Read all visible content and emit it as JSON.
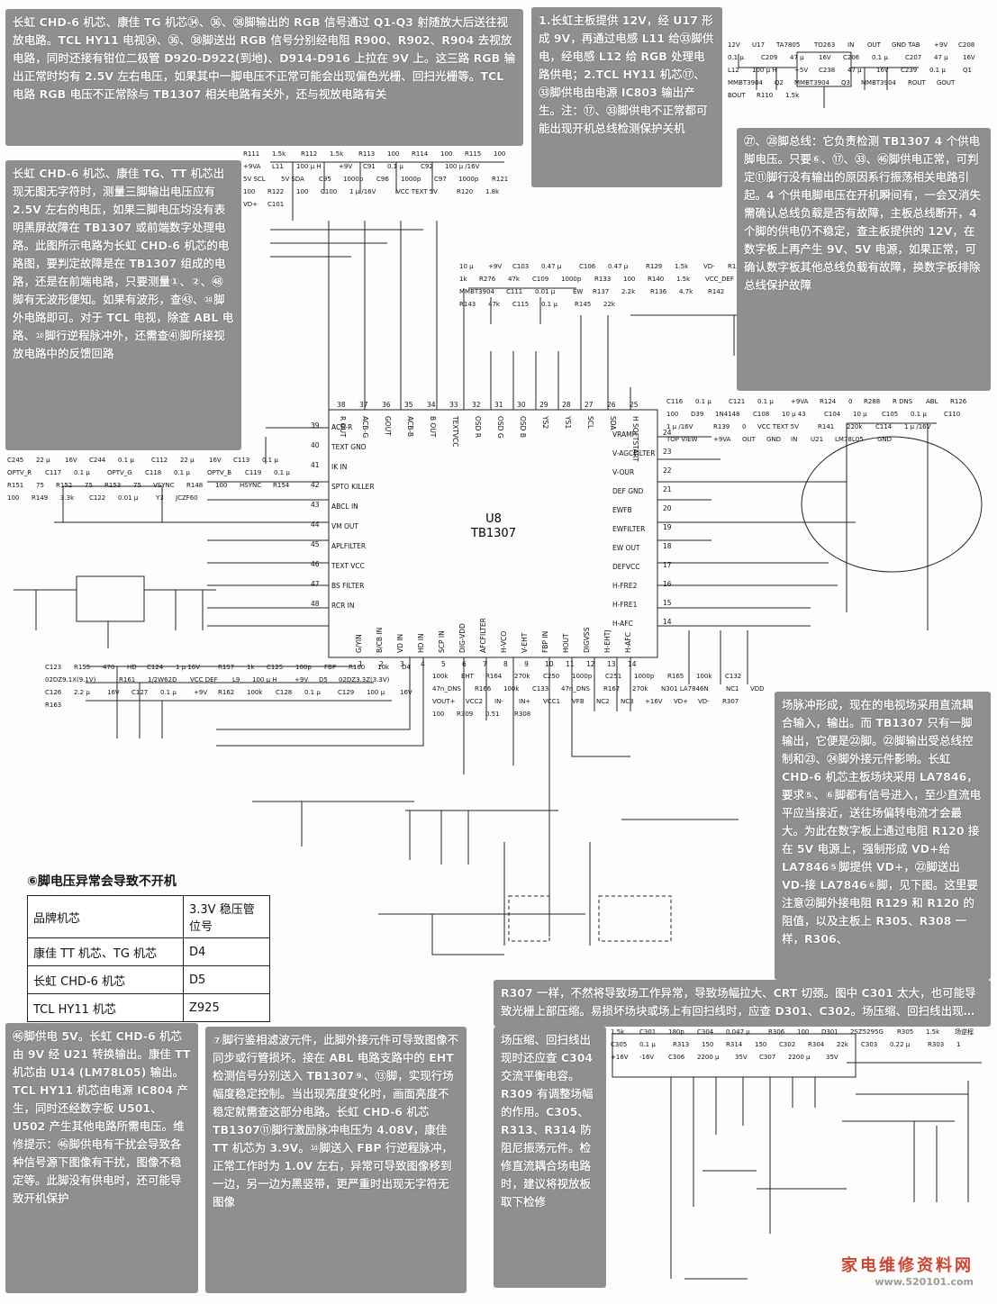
{
  "notes": {
    "top_left": "长虹 CHD-6 机芯、康佳 TG 机芯㉞、㊱、㊳脚输出的 RGB 信号通过 Q1-Q3 射随放大后送往视放电路。TCL HY11 电视㉞、㊱、㊳脚送出 RGB 信号分别经电阻 R900、R902、R904 去视放电路，同时还接有钳位二极管 D920-D922(到地)、D914-D916 上拉在 9V 上。这三路 RGB 输出正常时均有 2.5V 左右电压，如果其中一脚电压不正常可能会出现偏色光栅、回扫光栅等。TCL 电路 RGB 电压不正常除与 TB1307 相关电路有关外，还与视放电路有关",
    "top_center": "1.长虹主板提供 12V，经 U17 形成 9V，再通过电感 L11 给㉝脚供电，经电感 L12 给 RGB 处理电路供电；2.TCL HY11 机芯⑰、㉝脚供电由电源 IC803 输出产生。注：⑰、㉝脚供电不正常都可能出现开机总线检测保护关机",
    "left_middle": "长虹 CHD-6 机芯、康佳 TG、TT 机芯出现无图无字符时，测量三脚输出电压应有 2.5V 左右的电压，如果三脚电压均没有表明黑屏故障在 TB1307 或前端数字处理电路。此图所示电路为长虹 CHD-6 机芯的电路图，要判定故障是在 TB1307 组成的电路，还是在前端电路，只要测量①、②、㊽脚有无波形便知。如果有波形，查㊸、⑩脚外电路即可。对于 TCL 电视，除查 ABL 电路、⑩脚行逆程脉冲外，还需查㊶脚所接视放电路中的反馈回路",
    "right_top": "㉗、㉘脚总线：它负责检测 TB1307 4 个供电脚电压。只要⑥、⑰、㉝、㊻脚供电正常，可判定⑪脚行没有输出的原因系行振荡相关电路引起。4 个供电脚电压在开机瞬间有，一会又消失需确认总线负载是否有故障，主板总线断开，4 个脚的供电仍不稳定，查主板提供的 12V，在数字板上再产生 9V、5V 电源，如果正常，可确认数字板其他总线负载有故障，换数字板排除总线保护故障",
    "right_middle": "场脉冲形成，现在的电视场采用直流耦合输入，输出。而 TB1307 只有一脚输出，它便是㉒脚。㉒脚输出受总线控制和㉓、㉔脚外接元件影响。长虹 CHD-6 机芯主板场块采用 LA7846，要求⑤、⑥脚都有信号进入，至少直流电平应当接近，送往场偏转电流才会最大。为此在数字板上通过电阻 R120 接在 5V 电源上，强制形成 VD+给 LA7846⑤脚提供 VD+，㉒脚送出 VD-接 LA7846⑥脚，见下图。这里要注意㉒脚外接电阻 R129 和 R120 的阻值，以及主板上 R305、R308 一样，R306、",
    "right_lower": "R307 一样，不然将导致场工作异常，导致场幅拉大、CRT 切颈。图中 C301 太大，也可能导致光栅上部压缩。易损坏场块或场上有回扫线时，应查 D301、C302。场压缩、回扫线出现时还应查 C304 交流平衡电容。R309 有调整场幅的作用。C305、R313、R314 防阻尼振荡元件。检修直流耦合场电路时，建议将视放板取下检修",
    "bottom_left": "㊻脚供电 5V。长虹 CHD-6 机芯由 9V 经 U21 转换输出。康佳 TT 机芯由 U14 (LM78L05) 输出。TCL HY11 机芯由电源 IC804 产生，同时还经数字板 U501、U502 产生其他电路所需电压。维修提示：㊻脚供电有干扰会导致各种信号源下图像有干扰，图像不稳定等。此脚没有供电时，还可能导致开机保护",
    "bottom_center": "⑦脚行鉴相滤波元件，此脚外接元件可导致图像不同步或行管损坏。接在 ABL 电路支路中的 EHT 检测信号分别送入 TB1307⑨、⑬脚，实现行场幅度稳定控制。当出现亮度变化时，画面亮度不稳定就需查这部分电路。长虹 CHD-6 机芯 TB1307⑪脚行激励脉冲电压为 4.08V，康佳 TT 机芯为 3.9V。⑩脚送入 FBP 行逆程脉冲，正常工作时为 1.0V 左右，异常可导致图像移到一边，另一边为黑竖带，更严重时出现无字符无图像"
  },
  "table": {
    "caption": "⑥脚电压异常会导致不开机",
    "headers": [
      "品牌机芯",
      "3.3V 稳压管位号"
    ],
    "rows": [
      [
        "康佳 TT 机芯、TG 机芯",
        "D4"
      ],
      [
        "长虹 CHD-6 机芯",
        "D5"
      ],
      [
        "TCL HY11 机芯",
        "Z925"
      ]
    ]
  },
  "schematic": {
    "ic_name": "U8",
    "ic_part": "TB1307",
    "pins_top": [
      {
        "n": "38",
        "l": "R OUT"
      },
      {
        "n": "37",
        "l": "ACB-G"
      },
      {
        "n": "36",
        "l": "GOUT"
      },
      {
        "n": "35",
        "l": "ACB-B"
      },
      {
        "n": "34",
        "l": "B OUT"
      },
      {
        "n": "33",
        "l": "TEXTVCC"
      },
      {
        "n": "32",
        "l": "OSD R"
      },
      {
        "n": "31",
        "l": "OSD G"
      },
      {
        "n": "30",
        "l": "OSD B"
      },
      {
        "n": "29",
        "l": "YS2"
      },
      {
        "n": "28",
        "l": "YS1"
      },
      {
        "n": "27",
        "l": "SCL"
      },
      {
        "n": "26",
        "l": "SDA"
      },
      {
        "n": "25",
        "l": "H SOFTSTART"
      }
    ],
    "pins_left": [
      {
        "n": "39",
        "l": "ACB-R"
      },
      {
        "n": "40",
        "l": "TEXT GND"
      },
      {
        "n": "41",
        "l": "IK IN"
      },
      {
        "n": "42",
        "l": "SPTO KILLER"
      },
      {
        "n": "43",
        "l": "ABCL IN"
      },
      {
        "n": "44",
        "l": "VM OUT"
      },
      {
        "n": "45",
        "l": "APLFILTER"
      },
      {
        "n": "46",
        "l": "TEXT VCC"
      },
      {
        "n": "47",
        "l": "BS FILTER"
      },
      {
        "n": "48",
        "l": "RCR IN"
      }
    ],
    "pins_right": [
      {
        "n": "24",
        "l": "VRAMP"
      },
      {
        "n": "23",
        "l": "V-AGCFILTER"
      },
      {
        "n": "22",
        "l": "V-OUR"
      },
      {
        "n": "21",
        "l": "DEF GND"
      },
      {
        "n": "20",
        "l": "EWFB"
      },
      {
        "n": "19",
        "l": "EWFILTER"
      },
      {
        "n": "18",
        "l": "EW OUT"
      },
      {
        "n": "17",
        "l": "DEFVCC"
      },
      {
        "n": "16",
        "l": "H-FRE2"
      },
      {
        "n": "15",
        "l": "H-FRE1"
      },
      {
        "n": "14",
        "l": "H-AFC"
      }
    ],
    "pins_bottom": [
      {
        "n": "1",
        "l": "G/YIN"
      },
      {
        "n": "2",
        "l": "B/CB IN"
      },
      {
        "n": "3",
        "l": "VD IN"
      },
      {
        "n": "4",
        "l": "HD IN"
      },
      {
        "n": "5",
        "l": "SCP IN"
      },
      {
        "n": "6",
        "l": "DIG-VDD"
      },
      {
        "n": "7",
        "l": "AFCFILTER"
      },
      {
        "n": "8",
        "l": "H-VCO"
      },
      {
        "n": "9",
        "l": "V-EHT"
      },
      {
        "n": "10",
        "l": "FBP IN"
      },
      {
        "n": "11",
        "l": "HOUT"
      },
      {
        "n": "12",
        "l": "DIGVSS"
      },
      {
        "n": "13",
        "l": "H-EHTJ"
      },
      {
        "n": "14",
        "l": "H-AFC"
      }
    ],
    "labels": [
      {
        "t": "12V"
      },
      {
        "t": "U17"
      },
      {
        "t": "TA7805"
      },
      {
        "t": "TO263"
      },
      {
        "t": "IN"
      },
      {
        "t": "OUT"
      },
      {
        "t": "GND TAB"
      },
      {
        "t": "+9V"
      },
      {
        "t": "C208"
      },
      {
        "t": "0.1 μ"
      },
      {
        "t": "C209"
      },
      {
        "t": "47 μ"
      },
      {
        "t": "16V"
      },
      {
        "t": "C206"
      },
      {
        "t": "0.1 μ"
      },
      {
        "t": "C207"
      },
      {
        "t": "47 μ"
      },
      {
        "t": "16V"
      },
      {
        "t": "L12"
      },
      {
        "t": "100 μ H"
      },
      {
        "t": "+5V"
      },
      {
        "t": "C238"
      },
      {
        "t": "47 μ"
      },
      {
        "t": "16V"
      },
      {
        "t": "C239"
      },
      {
        "t": "0.1 μ"
      },
      {
        "t": "Q1"
      },
      {
        "t": "MMBT3904"
      },
      {
        "t": "Q2"
      },
      {
        "t": "MMBT3904"
      },
      {
        "t": "Q3"
      },
      {
        "t": "MMBT3904"
      },
      {
        "t": "ROUT"
      },
      {
        "t": "GOUT"
      },
      {
        "t": "BOUT"
      },
      {
        "t": "R110"
      },
      {
        "t": "1.5k"
      },
      {
        "t": "R111"
      },
      {
        "t": "1.5k"
      },
      {
        "t": "R112"
      },
      {
        "t": "1.5k"
      },
      {
        "t": "R113"
      },
      {
        "t": "100"
      },
      {
        "t": "R114"
      },
      {
        "t": "100"
      },
      {
        "t": "R115"
      },
      {
        "t": "100"
      },
      {
        "t": "+9VA"
      },
      {
        "t": "L11"
      },
      {
        "t": "100 μ H"
      },
      {
        "t": "+9V"
      },
      {
        "t": "C91"
      },
      {
        "t": "0.1 μ"
      },
      {
        "t": "C92"
      },
      {
        "t": "100 μ /16V"
      },
      {
        "t": "5V SCL"
      },
      {
        "t": "5V SDA"
      },
      {
        "t": "C95"
      },
      {
        "t": "1000p"
      },
      {
        "t": "C96"
      },
      {
        "t": "1000p"
      },
      {
        "t": "C97"
      },
      {
        "t": "1000p"
      },
      {
        "t": "R121"
      },
      {
        "t": "100"
      },
      {
        "t": "R122"
      },
      {
        "t": "100"
      },
      {
        "t": "C100"
      },
      {
        "t": "1 μ /16V"
      },
      {
        "t": "VCC TEXT 5V"
      },
      {
        "t": "R120"
      },
      {
        "t": "1.8k"
      },
      {
        "t": "VD+"
      },
      {
        "t": "C101"
      },
      {
        "t": "10 μ"
      },
      {
        "t": "+9V"
      },
      {
        "t": "C103"
      },
      {
        "t": "0.47 μ"
      },
      {
        "t": "C106"
      },
      {
        "t": "0.47 μ"
      },
      {
        "t": "R129"
      },
      {
        "t": "1.5k"
      },
      {
        "t": "VD-"
      },
      {
        "t": "R131"
      },
      {
        "t": "1k"
      },
      {
        "t": "R276"
      },
      {
        "t": "47k"
      },
      {
        "t": "C109"
      },
      {
        "t": "1000p"
      },
      {
        "t": "R133"
      },
      {
        "t": "100"
      },
      {
        "t": "R140"
      },
      {
        "t": "1.5k"
      },
      {
        "t": "VCC_DEF"
      },
      {
        "t": "Q7"
      },
      {
        "t": "MMBT3904"
      },
      {
        "t": "C111"
      },
      {
        "t": "0.01 μ"
      },
      {
        "t": "EW"
      },
      {
        "t": "R137"
      },
      {
        "t": "2.2k"
      },
      {
        "t": "R136"
      },
      {
        "t": "4.7k"
      },
      {
        "t": "R142"
      },
      {
        "t": "22k"
      },
      {
        "t": "R143"
      },
      {
        "t": "47k"
      },
      {
        "t": "C115"
      },
      {
        "t": "0.1 μ"
      },
      {
        "t": "R145"
      },
      {
        "t": "22k"
      },
      {
        "t": "C116"
      },
      {
        "t": "0.1 μ"
      },
      {
        "t": "C121"
      },
      {
        "t": "0.1 μ"
      },
      {
        "t": "+9VA"
      },
      {
        "t": "R124"
      },
      {
        "t": "0"
      },
      {
        "t": "R288"
      },
      {
        "t": "R DNS"
      },
      {
        "t": "ABL"
      },
      {
        "t": "R126"
      },
      {
        "t": "100"
      },
      {
        "t": "D39"
      },
      {
        "t": "1N4148"
      },
      {
        "t": "C108"
      },
      {
        "t": "10 μ 43"
      },
      {
        "t": "C104"
      },
      {
        "t": "10 μ"
      },
      {
        "t": "C105"
      },
      {
        "t": "0.1 μ"
      },
      {
        "t": "C110"
      },
      {
        "t": "1 μ /16V"
      },
      {
        "t": "R139"
      },
      {
        "t": "0"
      },
      {
        "t": "VCC TEXT 5V"
      },
      {
        "t": "R141"
      },
      {
        "t": "220k"
      },
      {
        "t": "C114"
      },
      {
        "t": "1 μ /16V"
      },
      {
        "t": "TOP VIEW"
      },
      {
        "t": "+9VA"
      },
      {
        "t": "OUT"
      },
      {
        "t": "GND"
      },
      {
        "t": "IN"
      },
      {
        "t": "U21"
      },
      {
        "t": "LM78L05"
      },
      {
        "t": "GND"
      },
      {
        "t": "C245"
      },
      {
        "t": "22 μ"
      },
      {
        "t": "16V"
      },
      {
        "t": "C244"
      },
      {
        "t": "0.1 μ"
      },
      {
        "t": "C112"
      },
      {
        "t": "22 μ"
      },
      {
        "t": "16V"
      },
      {
        "t": "C113"
      },
      {
        "t": "0.1 μ"
      },
      {
        "t": "OPTV_R"
      },
      {
        "t": "C117"
      },
      {
        "t": "0.1 μ"
      },
      {
        "t": "OPTV_G"
      },
      {
        "t": "C118"
      },
      {
        "t": "0.1 μ"
      },
      {
        "t": "OPTV_B"
      },
      {
        "t": "C119"
      },
      {
        "t": "0.1 μ"
      },
      {
        "t": "R151"
      },
      {
        "t": "75"
      },
      {
        "t": "R152"
      },
      {
        "t": "75"
      },
      {
        "t": "R153"
      },
      {
        "t": "75"
      },
      {
        "t": "VSYNC"
      },
      {
        "t": "R148"
      },
      {
        "t": "100"
      },
      {
        "t": "HSYNC"
      },
      {
        "t": "R154"
      },
      {
        "t": "100"
      },
      {
        "t": "R149"
      },
      {
        "t": "3.3k"
      },
      {
        "t": "C122"
      },
      {
        "t": "0.01 μ"
      },
      {
        "t": "Y3"
      },
      {
        "t": "JCZF60"
      },
      {
        "t": "C123"
      },
      {
        "t": "R155"
      },
      {
        "t": "470"
      },
      {
        "t": "HD"
      },
      {
        "t": "C124"
      },
      {
        "t": "1 μ 16V"
      },
      {
        "t": "R157"
      },
      {
        "t": "1k"
      },
      {
        "t": "C125"
      },
      {
        "t": "100p"
      },
      {
        "t": "FBP"
      },
      {
        "t": "R160"
      },
      {
        "t": "10k"
      },
      {
        "t": "D4"
      },
      {
        "t": "02DZ9.1X(9.1V)"
      },
      {
        "t": "R161"
      },
      {
        "t": "1/2W62D"
      },
      {
        "t": "VCC DEF"
      },
      {
        "t": "L9"
      },
      {
        "t": "100 μ H"
      },
      {
        "t": "+9V"
      },
      {
        "t": "D5"
      },
      {
        "t": "02DZ3.3Z(3.3V)"
      },
      {
        "t": "C126"
      },
      {
        "t": "2.2 μ"
      },
      {
        "t": "16V"
      },
      {
        "t": "C127"
      },
      {
        "t": "0.1 μ"
      },
      {
        "t": "+9V"
      },
      {
        "t": "R162"
      },
      {
        "t": "100k"
      },
      {
        "t": "C128"
      },
      {
        "t": "0.1 μ"
      },
      {
        "t": "C129"
      },
      {
        "t": "100 μ"
      },
      {
        "t": "16V"
      },
      {
        "t": "R163"
      },
      {
        "t": "100k"
      },
      {
        "t": "EHT"
      },
      {
        "t": "R164"
      },
      {
        "t": "270k"
      },
      {
        "t": "C250"
      },
      {
        "t": "1000p"
      },
      {
        "t": "C251"
      },
      {
        "t": "1000p"
      },
      {
        "t": "R165"
      },
      {
        "t": "100k"
      },
      {
        "t": "C132"
      },
      {
        "t": "47n_DNS"
      },
      {
        "t": "R166"
      },
      {
        "t": "100k"
      },
      {
        "t": "C133"
      },
      {
        "t": "47n_DNS"
      },
      {
        "t": "R167"
      },
      {
        "t": "270k"
      },
      {
        "t": "N301 LA7846N"
      },
      {
        "t": "NC1"
      },
      {
        "t": "VDD"
      },
      {
        "t": "VOUT+"
      },
      {
        "t": "VCC2"
      },
      {
        "t": "IN-"
      },
      {
        "t": "IN+"
      },
      {
        "t": "VCC1"
      },
      {
        "t": "VFB"
      },
      {
        "t": "NC2"
      },
      {
        "t": "NC3"
      },
      {
        "t": "+16V"
      },
      {
        "t": "VD+"
      },
      {
        "t": "VD-"
      },
      {
        "t": "R307"
      },
      {
        "t": "100"
      },
      {
        "t": "R309"
      },
      {
        "t": "0.51"
      },
      {
        "t": "R308"
      },
      {
        "t": "1.5k"
      },
      {
        "t": "C301"
      },
      {
        "t": "180p"
      },
      {
        "t": "C304"
      },
      {
        "t": "0.047 μ"
      },
      {
        "t": "R306"
      },
      {
        "t": "100"
      },
      {
        "t": "D301"
      },
      {
        "t": "2SZ5295G"
      },
      {
        "t": "R305"
      },
      {
        "t": "1.5k"
      },
      {
        "t": "场逆程"
      },
      {
        "t": "C305"
      },
      {
        "t": "0.1 μ"
      },
      {
        "t": "R313"
      },
      {
        "t": "150"
      },
      {
        "t": "R314"
      },
      {
        "t": "150"
      },
      {
        "t": "C302"
      },
      {
        "t": "R304"
      },
      {
        "t": "22k"
      },
      {
        "t": "C303"
      },
      {
        "t": "0.22 μ"
      },
      {
        "t": "R303"
      },
      {
        "t": "1"
      },
      {
        "t": "+16V"
      },
      {
        "t": "-16V"
      },
      {
        "t": "C306"
      },
      {
        "t": "2200 μ"
      },
      {
        "t": "35V"
      },
      {
        "t": "C307"
      },
      {
        "t": "2200 μ"
      },
      {
        "t": "35V"
      }
    ]
  },
  "watermark": {
    "title": "家电维修资料网",
    "url": "www.520101.com"
  }
}
